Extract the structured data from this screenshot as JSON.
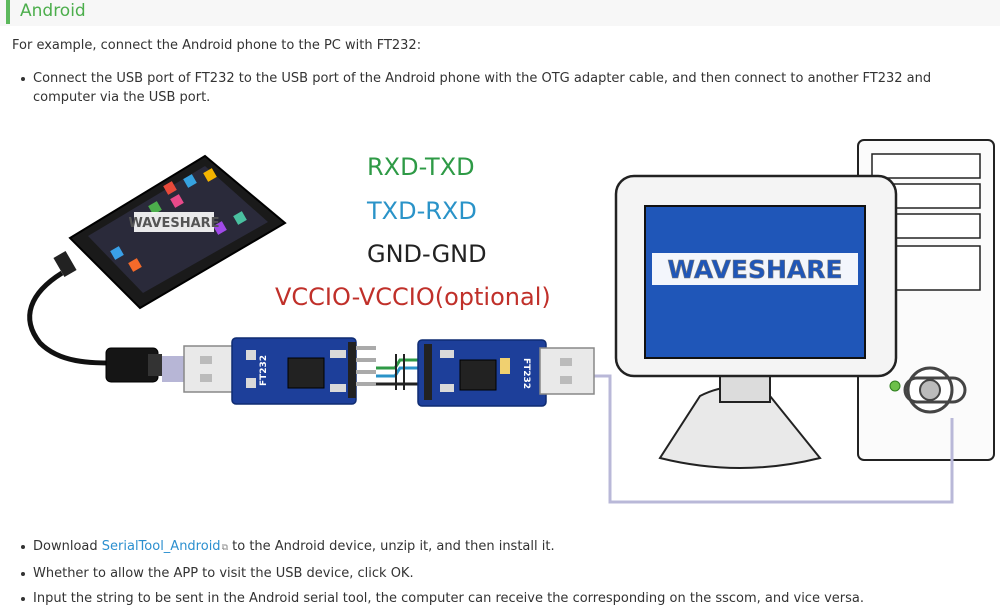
{
  "section": {
    "title": "Android"
  },
  "intro": "For example, connect the Android phone to the PC with FT232:",
  "top_bullets": [
    "Connect the USB port of FT232 to the USB port of the Android phone with the OTG adapter cable, and then connect to another FT232 and computer via the USB port."
  ],
  "diagram": {
    "wiring": [
      {
        "text": "RXD-TXD",
        "color": "#2e9a46"
      },
      {
        "text": "TXD-RXD",
        "color": "#2a93c8"
      },
      {
        "text": "GND-GND",
        "color": "#222222"
      },
      {
        "text": "VCCIO-VCCIO(optional)",
        "color": "#c0302a"
      }
    ],
    "phone_logo": "WAVESHARE",
    "monitor_logo": "WAVESHARE",
    "board_label": "FT232"
  },
  "bottom_bullets": {
    "download_prefix": "Download ",
    "download_link": "SerialTool_Android",
    "download_suffix": " to the Android device, unzip it, and then install it.",
    "item2": "Whether to allow the APP to visit the USB device, click OK.",
    "item3": "Input the string to be sent in the Android serial tool, the computer can receive the corresponding on the sscom, and vice versa."
  },
  "colors": {
    "accent": "#4cae4c",
    "link": "#2b8fcf",
    "screen": "#1f56b8",
    "board": "#1d3f9a"
  }
}
